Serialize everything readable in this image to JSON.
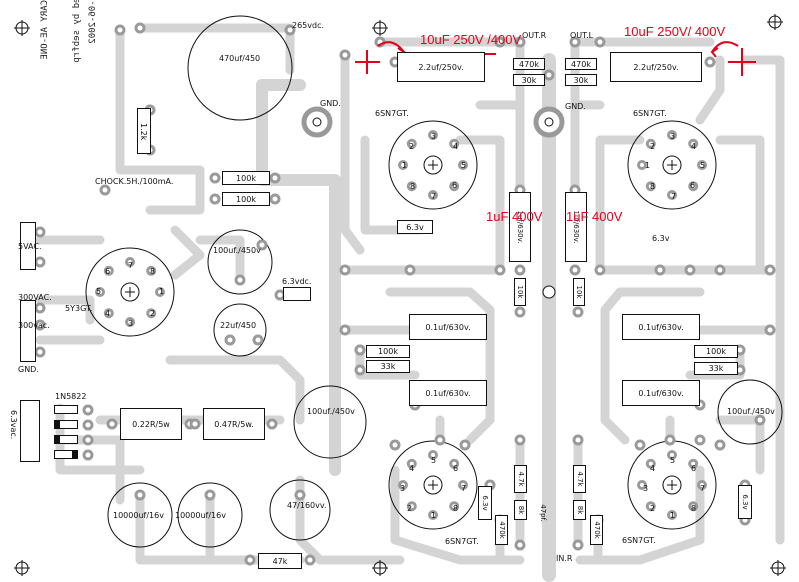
{
  "header": {
    "hv_label": "265vdc."
  },
  "mirror_text": {
    "line1": "CARY AE-ONE",
    "line2": "Designed by sebfrp",
    "line3": "4-06-2002"
  },
  "annotations": {
    "cap_left": "10uF 250V /400V",
    "cap_right": "10uF 250V/ 400V",
    "cap_mid_left": "1uF 400V",
    "cap_mid_right": "1uF 400V"
  },
  "outputs": {
    "right": "OUT.R",
    "left": "OUT.L",
    "input_right": "IN.R"
  },
  "tubes": {
    "left_upper": "6SN7GT.",
    "right_upper": "6SN7GT.",
    "left_lower": "6SN7GT.",
    "right_lower": "6SN7GT.",
    "rectifier": "5Y3GT."
  },
  "heater_labels": {
    "left": "6.3v",
    "right": "6.3v",
    "supply": "6.3vdc.",
    "left_lower": "6.3v",
    "right_lower": "6.3v",
    "ac_in": "6.3vac."
  },
  "power": {
    "v5ac": "5VAC.",
    "v300ac_1": "300VAC.",
    "v300ac_2": "300vac.",
    "gnd": "GND.",
    "gnd_top": "GND.",
    "gnd_mid": "GND.",
    "choke": "CHOCK.5H./100mA."
  },
  "components": {
    "c470": "470uf/450",
    "r12k": "1.2k",
    "r100k_a": "100k",
    "r100k_b": "100k",
    "c100_450": "100uf./450v",
    "c22_450": "22uf/450",
    "diode": "1N5822",
    "r022": "0.22R/5w",
    "r047": "0.47R/5w.",
    "c10000_a": "10000uf/16v",
    "c10000_b": "10000uf/16v",
    "c47_160": "47/160vv.",
    "r47k": "47k",
    "c100_450_mid": "100uf./450v",
    "c100_450_right": "100uf./450v",
    "cap_out_left": "2.2uf/250v.",
    "cap_out_right": "2.2uf/250v.",
    "r470k_r": "470k",
    "r470k_l": "470k",
    "r30k_r": "30k",
    "r30k_l": "30k",
    "c01_a": "0.1uf/630v.",
    "c01_b": "0.1uf/630v.",
    "c01_c": "0.1uf/630v.",
    "c01_d": "0.1uf/630v.",
    "r100k_l": "100k",
    "r33k_l": "33k",
    "r100k_r": "100k",
    "r33k_r": "33k",
    "cap_v_left": "1uf/630v.",
    "cap_v_right": "1uf/630v.",
    "r10k_l": "10k",
    "r10k_r": "10k",
    "r47k_l": "4.7k",
    "r47k_r": "4.7k",
    "r8k_l": "8k",
    "r8k_r": "8k",
    "r470k_bl": "470k",
    "r470k_br": "470k",
    "c47p": "47pf."
  },
  "pins": {
    "p1": "1",
    "p2": "2",
    "p3": "3",
    "p4": "4",
    "p5": "5",
    "p6": "6",
    "p7": "7",
    "p8": "8"
  }
}
